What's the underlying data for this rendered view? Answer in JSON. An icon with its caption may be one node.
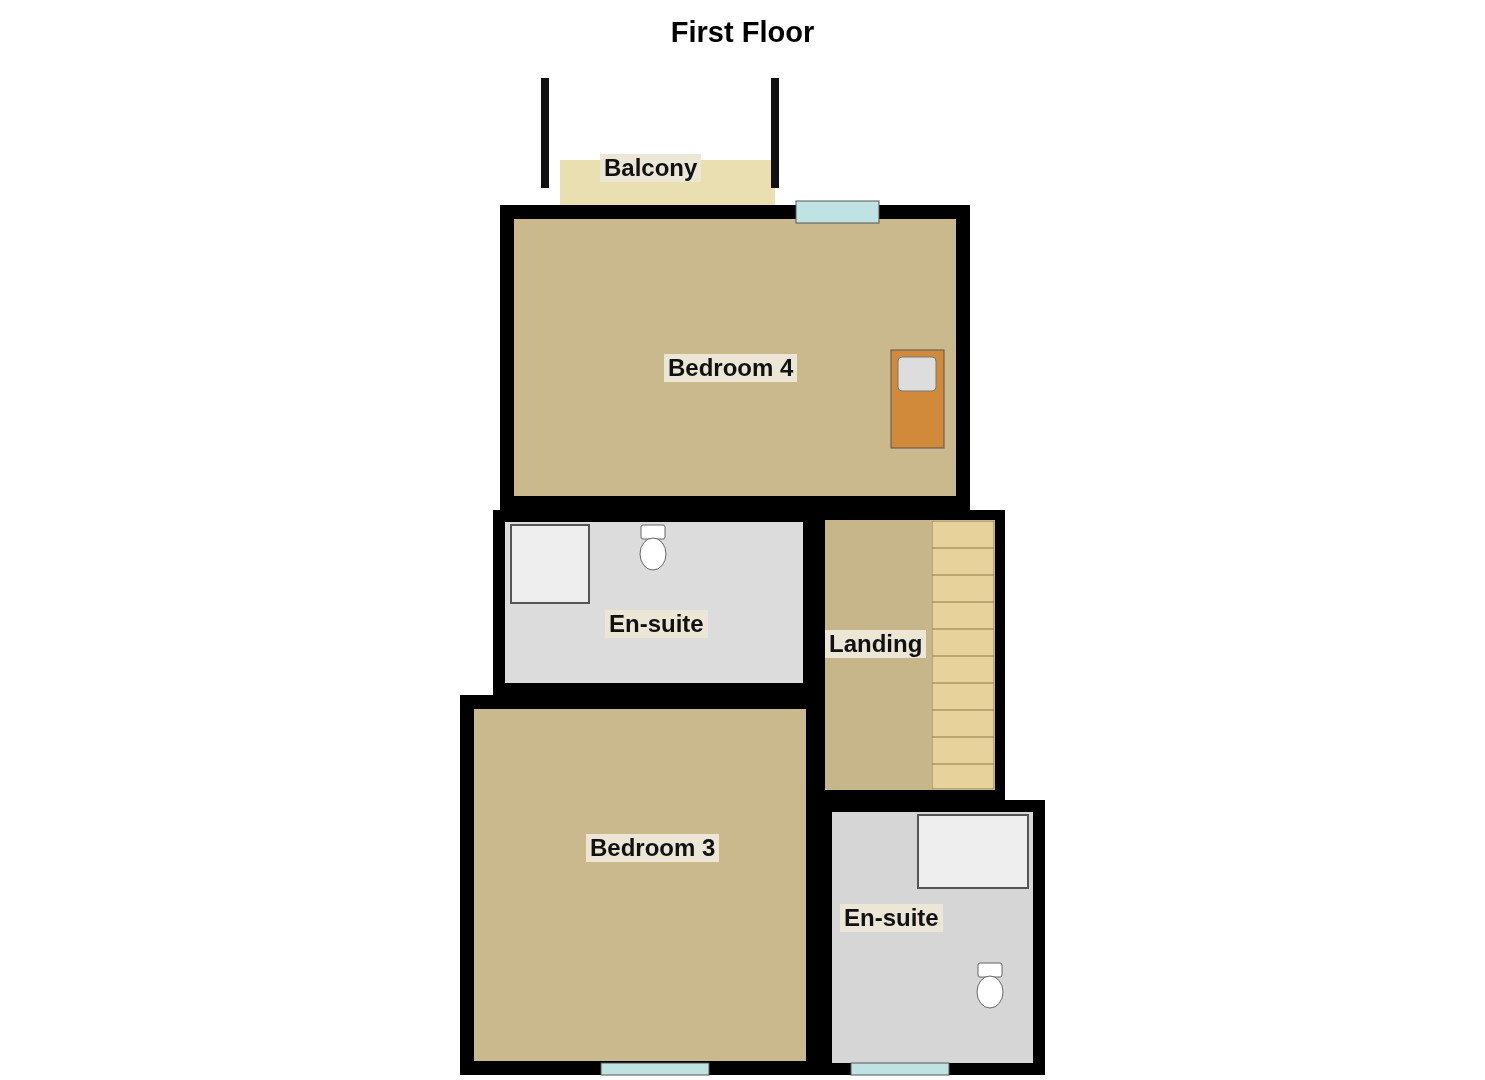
{
  "diagram": {
    "title": "First Floor",
    "nodes": [
      {
        "text": [
          "Balcony"
        ]
      },
      {
        "text": [
          "Bedroom 4"
        ]
      },
      {
        "text": [
          "En-suite"
        ]
      },
      {
        "text": [
          "Landing"
        ]
      },
      {
        "text": [
          "Bedroom 3"
        ]
      },
      {
        "text": [
          "En-suite"
        ]
      }
    ]
  }
}
